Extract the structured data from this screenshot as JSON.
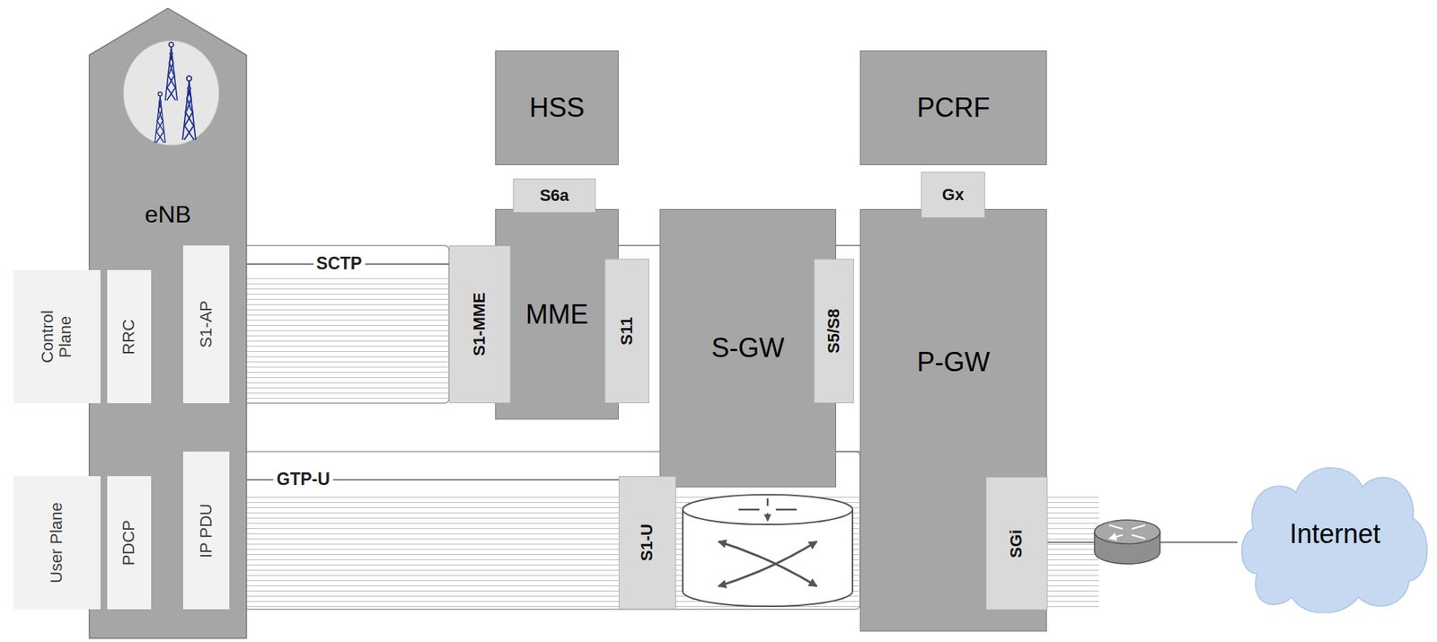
{
  "diagram": {
    "nodes": [
      {
        "text": [
          "eNB"
        ]
      },
      {
        "text": [
          "RRC"
        ],
        "in": 0
      },
      {
        "text": [
          "S1-AP"
        ],
        "in": 0
      },
      {
        "text": [
          "PDCP"
        ],
        "in": 0
      },
      {
        "text": [
          "IP PDU"
        ],
        "in": 0
      },
      {
        "text": [
          "Control Plane"
        ]
      },
      {
        "text": [
          "User Plane"
        ]
      },
      {
        "text": [
          "HSS"
        ]
      },
      {
        "text": [
          "MME"
        ]
      },
      {
        "text": [
          "S6a"
        ]
      },
      {
        "text": [
          "S1-MME"
        ]
      },
      {
        "text": [
          "S11"
        ]
      },
      {
        "text": [
          "PCRF"
        ]
      },
      {
        "text": [
          "S-GW"
        ]
      },
      {
        "text": [
          "S5/S8"
        ]
      },
      {
        "text": [
          "P-GW"
        ]
      },
      {
        "text": [
          "Gx"
        ]
      },
      {
        "text": [
          "SGi"
        ],
        "in": 15
      },
      {
        "text": [
          "S1-U"
        ]
      },
      {
        "text": [
          "Internet"
        ]
      }
    ],
    "edges": [
      {
        "from": 1,
        "to": 2,
        "arrow": "none"
      },
      {
        "from": 2,
        "to": 10,
        "arrow": "none",
        "label": "SCTP"
      },
      {
        "from": 3,
        "to": 4,
        "arrow": "none"
      },
      {
        "from": 4,
        "to": 18,
        "arrow": "none",
        "label": "GTP-U"
      },
      {
        "from": 17,
        "to": 19,
        "arrow": "none"
      }
    ]
  }
}
